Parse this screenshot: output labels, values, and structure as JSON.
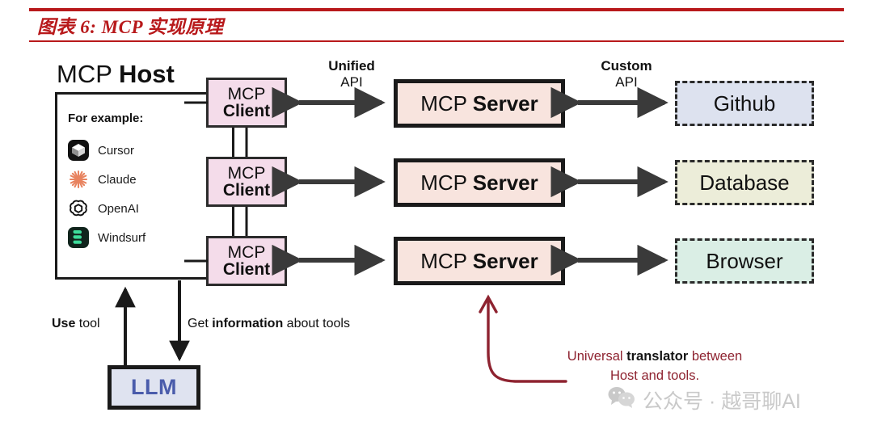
{
  "figure": {
    "title": "图表 6:  MCP 实现原理",
    "rule_color": "#b8191b",
    "title_color": "#b8191b"
  },
  "host": {
    "title_light": "MCP ",
    "title_bold": "Host",
    "for_example_label": "For example:",
    "examples": [
      {
        "icon": "cursor-icon",
        "label": "Cursor"
      },
      {
        "icon": "claude-icon",
        "label": "Claude"
      },
      {
        "icon": "openai-icon",
        "label": "OpenAI"
      },
      {
        "icon": "windsurf-icon",
        "label": "Windsurf"
      }
    ]
  },
  "clients": [
    {
      "line1": "MCP",
      "line2": "Client"
    },
    {
      "line1": "MCP",
      "line2": "Client"
    },
    {
      "line1": "MCP",
      "line2": "Client"
    }
  ],
  "servers": [
    {
      "light": "MCP ",
      "bold": "Server"
    },
    {
      "light": "MCP ",
      "bold": "Server"
    },
    {
      "light": "MCP ",
      "bold": "Server"
    }
  ],
  "services": [
    {
      "label": "Github",
      "color": "#dde2ef"
    },
    {
      "label": "Database",
      "color": "#ecedd9"
    },
    {
      "label": "Browser",
      "color": "#daeee5"
    }
  ],
  "api_labels": {
    "unified": {
      "bold": "Unified",
      "light": "API"
    },
    "custom": {
      "bold": "Custom",
      "light": "API"
    }
  },
  "llm": {
    "label": "LLM",
    "text_color": "#4a5cab",
    "fill_color": "#dfe3f0"
  },
  "flow_labels": {
    "use_tool_bold": "Use",
    "use_tool_rest": " tool",
    "get_info_pre": "Get ",
    "get_info_bold": "information",
    "get_info_post": " about tools"
  },
  "annotation": {
    "line1_pre": "Universal ",
    "line1_bold": "translator",
    "line1_post": " between",
    "line2": "Host and tools.",
    "color": "#8e2330"
  },
  "watermark": {
    "icon": "wechat-icon",
    "text": "公众号 · 越哥聊AI"
  }
}
